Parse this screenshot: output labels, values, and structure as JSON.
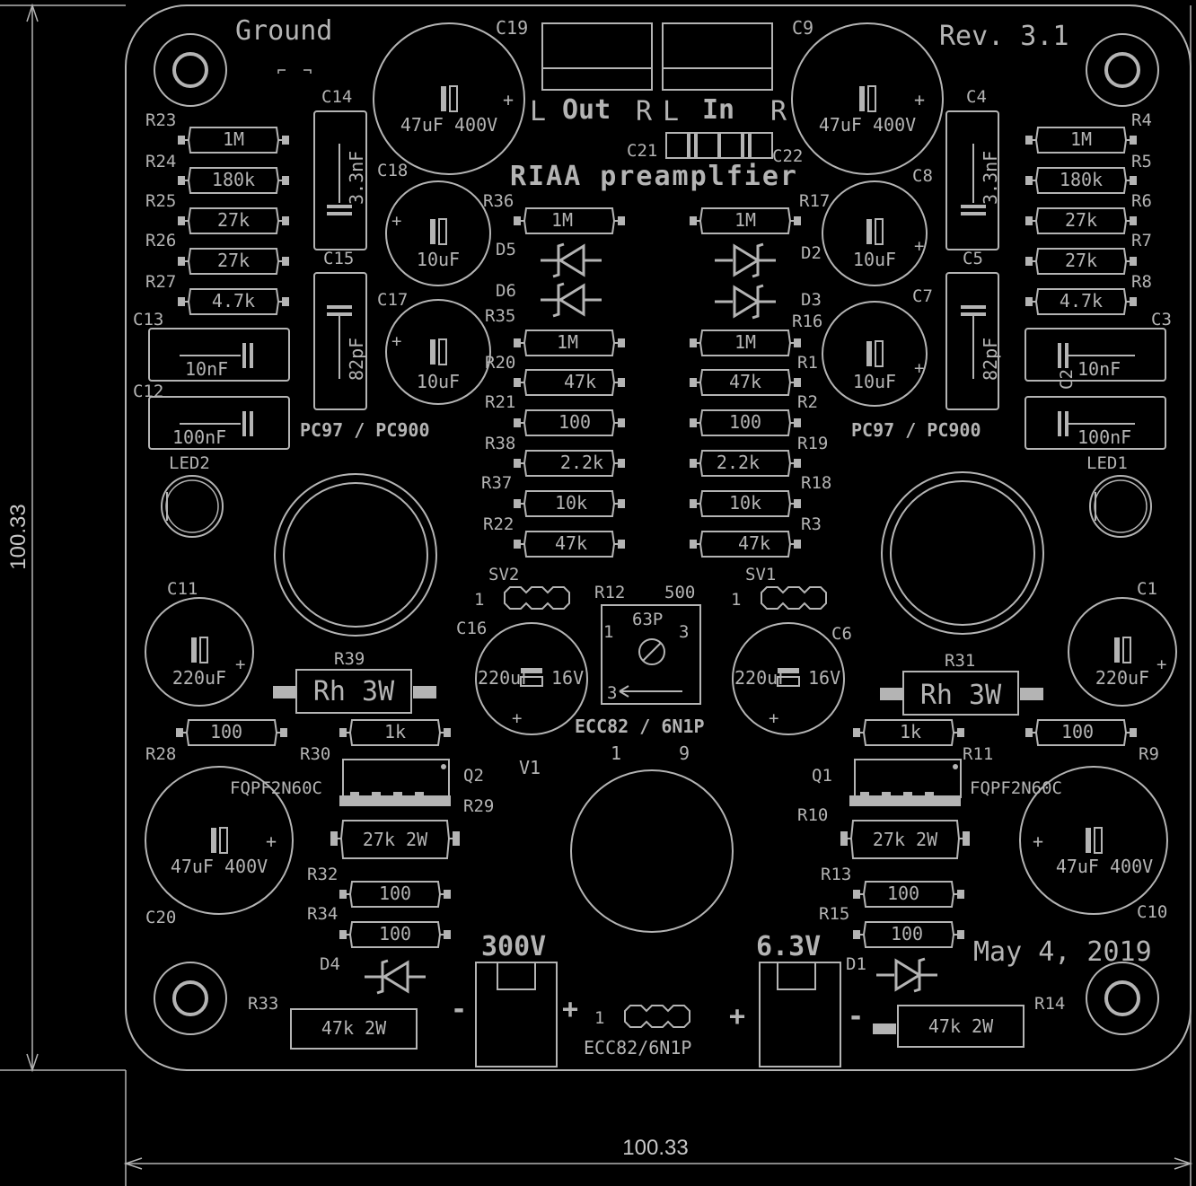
{
  "board": {
    "title": "RIAA preamplfier",
    "revision": "Rev. 3.1",
    "date": "May 4, 2019",
    "ground_label": "Ground",
    "tube_label": "ECC82 / 6N1P",
    "tube_pin1": "1",
    "tube_pin9": "9",
    "socket_label": "ECC82/6N1P",
    "socket_pin": "1",
    "pc_left": "PC97 / PC900",
    "pc_right": "PC97 / PC900",
    "v1": "V1",
    "hv_label": "300V",
    "fil_label": "6.3V",
    "minus": "-",
    "plus": "+"
  },
  "connectors": {
    "out": {
      "name": "C19",
      "l": "L",
      "label": "Out",
      "r": "R"
    },
    "in": {
      "name": "C9",
      "l": "L",
      "label": "In",
      "r": "R"
    }
  },
  "dimensions": {
    "vertical": "100.33",
    "horizontal": "100.33"
  },
  "resistors_left": [
    {
      "ref": "R23",
      "value": "1M"
    },
    {
      "ref": "R24",
      "value": "180k"
    },
    {
      "ref": "R25",
      "value": "27k"
    },
    {
      "ref": "R26",
      "value": "27k"
    },
    {
      "ref": "R27",
      "value": "4.7k"
    }
  ],
  "resistors_right": [
    {
      "ref": "R4",
      "value": "1M"
    },
    {
      "ref": "R5",
      "value": "180k"
    },
    {
      "ref": "R6",
      "value": "27k"
    },
    {
      "ref": "R7",
      "value": "27k"
    },
    {
      "ref": "R8",
      "value": "4.7k"
    }
  ],
  "center_left": [
    {
      "ref": "R35",
      "value": "1M"
    },
    {
      "ref": "R20",
      "value": "47k"
    },
    {
      "ref": "R21",
      "value": "100"
    },
    {
      "ref": "R38",
      "value": "2.2k"
    },
    {
      "ref": "R37",
      "value": "10k"
    },
    {
      "ref": "R22",
      "value": "47k"
    }
  ],
  "center_right": [
    {
      "ref": "R16",
      "value": "1M"
    },
    {
      "ref": "R1",
      "value": "47k"
    },
    {
      "ref": "R2",
      "value": "100"
    },
    {
      "ref": "R19",
      "value": "2.2k"
    },
    {
      "ref": "R18",
      "value": "10k"
    },
    {
      "ref": "R3",
      "value": "47k"
    }
  ],
  "r36": {
    "ref": "R36",
    "value": "1M"
  },
  "r17": {
    "ref": "R17",
    "value": "1M"
  },
  "diodes": {
    "d5": "D5",
    "d6": "D6",
    "d2": "D2",
    "d3": "D3",
    "d4": "D4",
    "d1": "D1"
  },
  "caps": {
    "c14": {
      "ref": "C14",
      "value": "3.3nF"
    },
    "c15": {
      "ref": "C15",
      "value": "82pF"
    },
    "c4": {
      "ref": "C4",
      "value": "3.3nF"
    },
    "c5": {
      "ref": "C5",
      "value": "82pF"
    },
    "c13": {
      "ref": "C13",
      "value": "10nF"
    },
    "c12": {
      "ref": "C12",
      "value": "100nF"
    },
    "c3": {
      "ref": "C3",
      "value": "10nF"
    },
    "c2": {
      "ref": "C2",
      "value": "100nF"
    },
    "c18": {
      "ref": "C18",
      "value": "10uF"
    },
    "c17": {
      "ref": "C17",
      "value": "10uF"
    },
    "c8": {
      "ref": "C8",
      "value": "10uF"
    },
    "c7": {
      "ref": "C7",
      "value": "10uF"
    },
    "c19": {
      "value": "47uF 400V"
    },
    "c9": {
      "value": "47uF 400V"
    },
    "c21": "C21",
    "c22": "C22",
    "c11": {
      "ref": "C11",
      "value": "220uF"
    },
    "c1": {
      "ref": "C1",
      "value": "220uF"
    },
    "c16": {
      "ref": "C16",
      "value": "220uF",
      "v": "16V"
    },
    "c6": {
      "ref": "C6",
      "value": "220uF",
      "v": "16V"
    },
    "c20": {
      "ref": "C20",
      "value": "47uF 400V"
    },
    "c10": {
      "ref": "C10",
      "value": "47uF 400V"
    }
  },
  "leds": {
    "left": "LED2",
    "right": "LED1"
  },
  "headers": {
    "sv2": "SV2",
    "sv1": "SV1",
    "pin": "1"
  },
  "trimmer": {
    "ref": "R12",
    "value": "500",
    "type": "63P",
    "p1": "1",
    "p3": "3",
    "p3b": "3"
  },
  "power_left": {
    "r39": {
      "ref": "R39",
      "value": "Rh 3W"
    },
    "r28": {
      "ref": "R28",
      "value": "100"
    },
    "r30": {
      "ref": "R30",
      "value": "1k"
    },
    "q": {
      "ref": "Q2",
      "value": "FQPF2N60C"
    },
    "r29": {
      "ref": "R29",
      "value": "27k 2W"
    },
    "r32": {
      "ref": "R32",
      "value": "100"
    },
    "r34": {
      "ref": "R34",
      "value": "100"
    },
    "r33": {
      "ref": "R33",
      "value": "47k 2W"
    }
  },
  "power_right": {
    "r31": {
      "ref": "R31",
      "value": "Rh 3W"
    },
    "r9": {
      "ref": "R9",
      "value": "100"
    },
    "r11": {
      "ref": "R11",
      "value": "1k"
    },
    "q": {
      "ref": "Q1",
      "value": "FQPF2N60C"
    },
    "r10": {
      "ref": "R10",
      "value": "27k 2W"
    },
    "r13": {
      "ref": "R13",
      "value": "100"
    },
    "r15": {
      "ref": "R15",
      "value": "100"
    },
    "r14": {
      "ref": "R14",
      "value": "47k 2W"
    }
  }
}
